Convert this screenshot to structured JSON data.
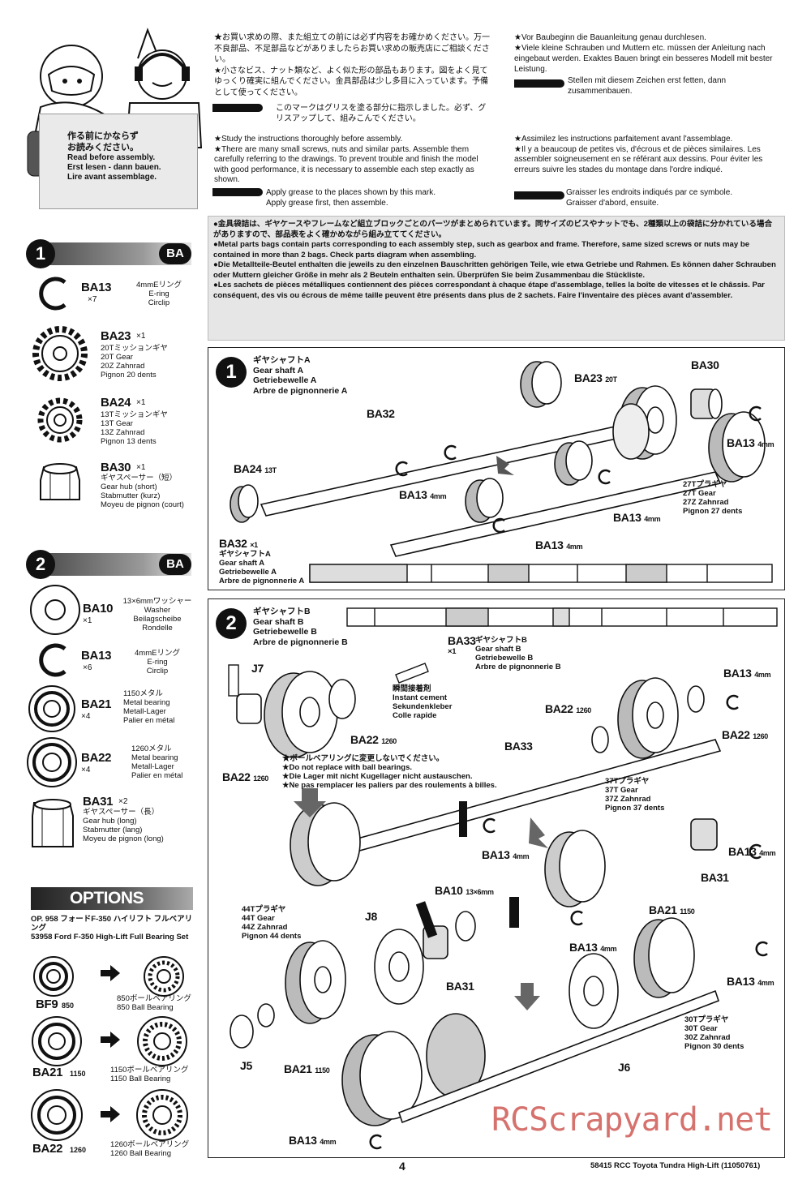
{
  "header": {
    "badge_lines": [
      "作る前にかならず",
      "お読みください。",
      "Read before assembly.",
      "Erst lesen - dann bauen.",
      "Lire avant assemblage."
    ],
    "jp_text": "★お買い求めの際、また組立ての前には必ず内容をお確かめください。万一不良部品、不足部品などがありましたらお買い求めの販売店にご相談ください。\n★小さなビス、ナット類など、よく似た形の部品もあります。図をよく見てゆっくり確実に組んでください。金具部品は少し多目に入っています。予備として使ってください。",
    "jp_grease": "このマークはグリスを塗る部分に指示しました。必ず、グリスアップして、組みこんでください。",
    "de_text": "★Vor Baubeginn die Bauanleitung genau durchlesen.\n★Viele kleine Schrauben und Muttern etc. müssen der Anleitung nach eingebaut werden. Exaktes Bauen bringt ein besseres Modell mit bester Leistung.",
    "de_grease": "Stellen mit diesem Zeichen erst fetten, dann zusammenbauen.",
    "en_text": "★Study the instructions thoroughly before assembly.\n★There are many small screws, nuts and similar parts. Assemble them carefully referring to the drawings. To prevent trouble and finish the model with good performance, it is necessary to assemble each step exactly as shown.",
    "en_grease": "Apply grease to the places shown by this mark.\nApply grease first, then assemble.",
    "fr_text": "★Assimilez les instructions parfaitement avant l'assemblage.\n★Il y a beaucoup de petites vis, d'écrous et de pièces similaires. Les assembler soigneusement en se référant aux dessins. Pour éviter les erreurs suivre les stades du montage dans l'ordre indiqué.",
    "fr_grease": "Graisser les endroits indiqués par ce symbole.\nGraisser d'abord, ensuite."
  },
  "notice": {
    "text": "●金具袋詰は、ギヤケースやフレームなど組立ブロックごとのパーツがまとめられています。同サイズのビスやナットでも、2種類以上の袋詰に分かれている場合がありますので、部品表をよく確かめながら組み立ててください。\n●Metal parts bags contain parts corresponding to each assembly step, such as gearbox and frame. Therefore, same sized screws or nuts may be contained in more than 2 bags. Check parts diagram when assembling.\n●Die Metallteile-Beutel enthalten die jeweils zu den einzelnen Bauschritten gehörigen Teile, wie etwa Getriebe und Rahmen. Es können daher Schrauben oder Muttern gleicher Größe in mehr als 2 Beuteln enthalten sein. Überprüfen Sie beim Zusammenbau die Stückliste.\n●Les sachets de pièces métalliques contiennent des pièces correspondant à chaque étape d'assemblage, telles la boîte de vitesses et le châssis. Par conséquent, des vis ou écrous de même taille peuvent être présents dans plus de 2 sachets. Faire l'inventaire des pièces avant d'assembler."
  },
  "sidebar": {
    "step1": {
      "number": "1",
      "bag": "BA"
    },
    "step1_parts": [
      {
        "code": "BA13",
        "qty": "×7",
        "desc": "4mmEリング\nE-ring\nCirclip"
      },
      {
        "code": "BA23",
        "qty": "×1",
        "desc": "20Tミッションギヤ\n20T Gear\n20Z Zahnrad\nPignon 20 dents"
      },
      {
        "code": "BA24",
        "qty": "×1",
        "desc": "13Tミッションギヤ\n13T Gear\n13Z Zahnrad\nPignon 13 dents"
      },
      {
        "code": "BA30",
        "qty": "×1",
        "desc": "ギヤスペーサー（短）\nGear hub (short)\nStabmutter (kurz)\nMoyeu de pignon (court)"
      }
    ],
    "step2": {
      "number": "2",
      "bag": "BA"
    },
    "step2_parts": [
      {
        "code": "BA10",
        "qty": "×1",
        "desc": "13×6mmワッシャー\nWasher\nBeilagscheibe\nRondelle"
      },
      {
        "code": "BA13",
        "qty": "×6",
        "desc": "4mmEリング\nE-ring\nCirclip"
      },
      {
        "code": "BA21",
        "qty": "×4",
        "desc": "1150メタル\nMetal bearing\nMetall-Lager\nPalier en métal"
      },
      {
        "code": "BA22",
        "qty": "×4",
        "desc": "1260メタル\nMetal bearing\nMetall-Lager\nPalier en métal"
      },
      {
        "code": "BA31",
        "qty": "×2",
        "desc": "ギヤスペーサー（長）\nGear hub (long)\nStabmutter (lang)\nMoyeu de pignon (long)"
      }
    ],
    "options": {
      "title": "OPTIONS",
      "item": "OP. 958 フォードF-350 ハイリフト フルベアリング\n53958 Ford F-350 High-Lift Full Bearing Set",
      "swaps": [
        {
          "code": "BF9",
          "size": "850",
          "desc": "850ボールベアリング\n850 Ball Bearing"
        },
        {
          "code": "BA21",
          "size": "1150",
          "desc": "1150ボールベアリング\n1150 Ball Bearing"
        },
        {
          "code": "BA22",
          "size": "1260",
          "desc": "1260ボールベアリング\n1260 Ball Bearing"
        }
      ]
    }
  },
  "step1": {
    "number": "1",
    "title": "ギヤシャフトA\nGear shaft A\nGetriebewelle A\nArbre de pignonnerie A",
    "labels": {
      "ba23": "BA23",
      "ba23_size": "20T",
      "ba30": "BA30",
      "ba32": "BA32",
      "ba13_a": "BA13",
      "ba13_a_size": "4mm",
      "ba24": "BA24",
      "ba24_size": "13T",
      "ba13_b": "BA13",
      "ba13_b_size": "4mm",
      "ba13_c": "BA13",
      "ba13_c_size": "4mm",
      "ba13_d": "BA13",
      "ba13_d_size": "4mm",
      "gear27": "27Tプラギヤ\n27T Gear\n27Z Zahnrad\nPignon 27 dents"
    },
    "shaft": {
      "code": "BA32",
      "qty": "×1",
      "desc": "ギヤシャフトA\nGear shaft A\nGetriebewelle A\nArbre de pignonnerie A"
    }
  },
  "step2": {
    "number": "2",
    "title": "ギヤシャフトB\nGear shaft B\nGetriebewelle B\nArbre de pignonnerie B",
    "shaft": {
      "code": "BA33",
      "qty": "×1",
      "desc": "ギヤシャフトB\nGear shaft B\nGetriebewelle B\nArbre de pignonnerie B"
    },
    "cement": "瞬間接着剤\nInstant cement\nSekundenkleber\nColle rapide",
    "warning": "★ボールベアリングに変更しないでください。\n★Do not replace with ball bearings.\n★Die Lager mit nicht Kugellager nicht austauschen.\n★Ne pas remplacer les paliers par des roulements à billes.",
    "labels": {
      "j7": "J7",
      "j8": "J8",
      "j5": "J5",
      "j6": "J6",
      "ba22_a": "BA22",
      "ba22_a_size": "1260",
      "ba22_b": "BA22",
      "ba22_b_size": "1260",
      "ba22_c": "BA22",
      "ba22_c_size": "1260",
      "ba22_d": "BA22",
      "ba22_d_size": "1260",
      "ba33": "BA33",
      "ba13_a": "BA13",
      "ba13_a_size": "4mm",
      "ba13_b": "BA13",
      "ba13_b_size": "4mm",
      "ba13_c": "BA13",
      "ba13_c_size": "4mm",
      "ba13_d": "BA13",
      "ba13_d_size": "4mm",
      "ba13_e": "BA13",
      "ba13_e_size": "4mm",
      "ba13_f": "BA13",
      "ba13_f_size": "4mm",
      "ba31_a": "BA31",
      "ba31_b": "BA31",
      "ba10": "BA10",
      "ba10_size": "13×6mm",
      "ba21_a": "BA21",
      "ba21_a_size": "1150",
      "ba21_b": "BA21",
      "ba21_b_size": "1150",
      "gear37": "37Tプラギヤ\n37T Gear\n37Z Zahnrad\nPignon 37 dents",
      "gear44": "44Tプラギヤ\n44T Gear\n44Z Zahnrad\nPignon 44 dents",
      "gear30": "30Tプラギヤ\n30T Gear\n30Z Zahnrad\nPignon 30 dents"
    }
  },
  "footer": {
    "page": "4",
    "model": "58415 RCC Toyota Tundra High-Lift (11050761)",
    "watermark": "RCScrapyard.net"
  }
}
